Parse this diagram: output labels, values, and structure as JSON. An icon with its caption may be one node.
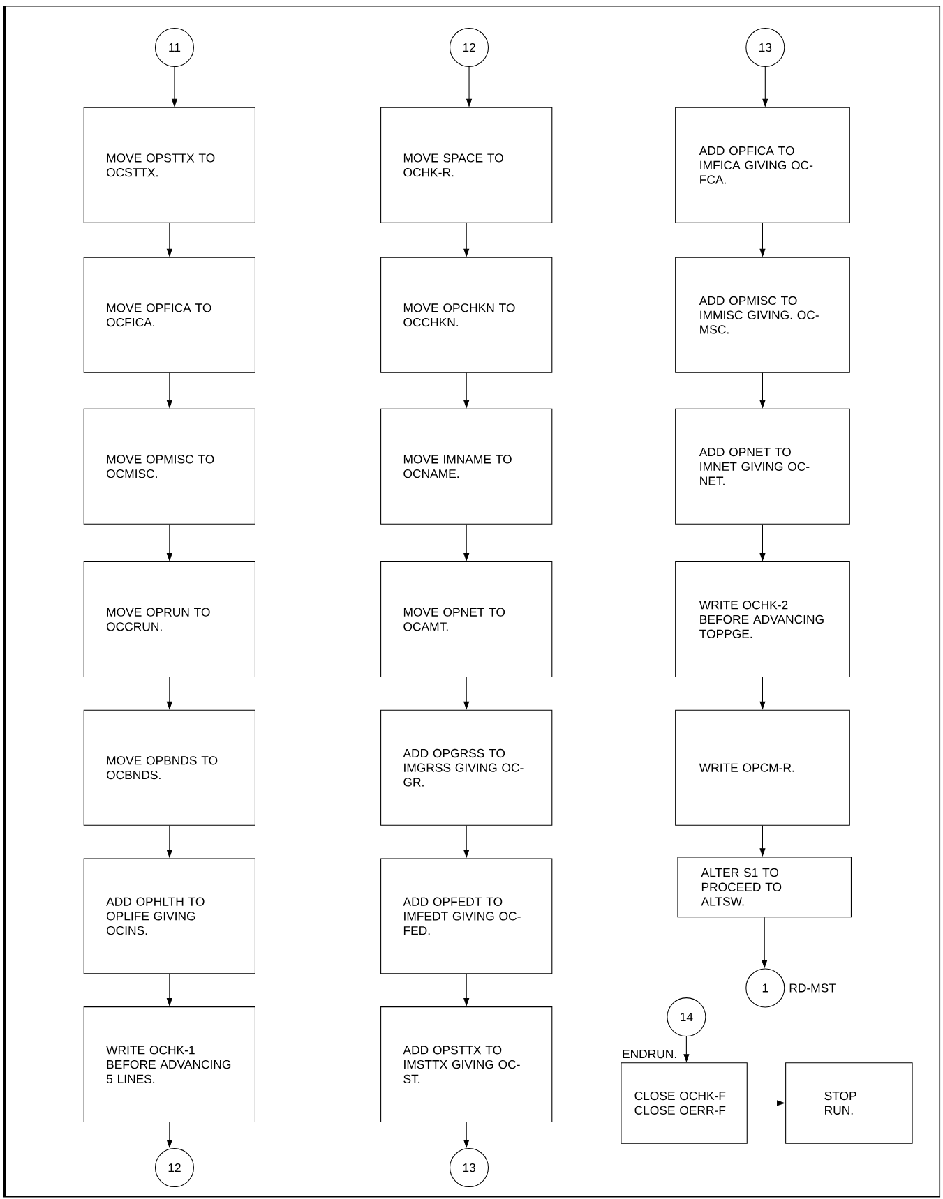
{
  "diagram": {
    "nodes": [
      {
        "text": [
          "11"
        ]
      },
      {
        "text": [
          "MOVE OPSTTX TO OCSTTX."
        ]
      },
      {
        "text": [
          "MOVE OPFICA TO OCFICA."
        ]
      },
      {
        "text": [
          "MOVE OPMISC TO OCMISC."
        ]
      },
      {
        "text": [
          "MOVE OPRUN TO OCCRUN."
        ]
      },
      {
        "text": [
          "MOVE OPBNDS TO OCBNDS."
        ]
      },
      {
        "text": [
          "ADD OPHLTH TO OPLIFE GIVING OCINS."
        ]
      },
      {
        "text": [
          "WRITE OCHK-1 BEFORE ADVANCING 5 LINES."
        ]
      },
      {
        "text": [
          "12"
        ]
      },
      {
        "text": [
          "12"
        ]
      },
      {
        "text": [
          "MOVE SPACE TO OCHK-R."
        ]
      },
      {
        "text": [
          "MOVE OPCHKN TO OCCHKN."
        ]
      },
      {
        "text": [
          "MOVE IMNAME TO OCNAME."
        ]
      },
      {
        "text": [
          "MOVE OPNET TO OCAMT."
        ]
      },
      {
        "text": [
          "ADD OPGRSS TO IMGRSS GIVING OC-GR."
        ]
      },
      {
        "text": [
          "ADD OPFEDT TO IMFEDT GIVING OC-FED."
        ]
      },
      {
        "text": [
          "ADD OPSTTX TO IMSTTX GIVING OC-ST."
        ]
      },
      {
        "text": [
          "13"
        ]
      },
      {
        "text": [
          "13"
        ]
      },
      {
        "text": [
          "ADD OPFICA TO IMFICA GIVING OC-FCA."
        ]
      },
      {
        "text": [
          "ADD OPMISC TO IMMISC GIVING. OC-MSC."
        ]
      },
      {
        "text": [
          "ADD OPNET TO IMNET GIVING OC-NET."
        ]
      },
      {
        "text": [
          "WRITE OCHK-2 BEFORE ADVANCING TOPPGE."
        ]
      },
      {
        "text": [
          "WRITE OPCM-R."
        ]
      },
      {
        "text": [
          "ALTER S1 TO PROCEED TO ALTSW."
        ]
      },
      {
        "text": [
          "1"
        ],
        "beside": [
          "RD-MST"
        ]
      },
      {
        "text": [
          "14"
        ]
      },
      {
        "text": [
          "CLOSE OCHK-F CLOSE OERR-F"
        ],
        "beside": [
          "ENDRUN."
        ]
      },
      {
        "text": [
          "STOP RUN."
        ]
      }
    ],
    "edges": [
      {
        "from": 0,
        "to": 1,
        "arrow": "to"
      },
      {
        "from": 1,
        "to": 2,
        "arrow": "to"
      },
      {
        "from": 2,
        "to": 3,
        "arrow": "to"
      },
      {
        "from": 3,
        "to": 4,
        "arrow": "to"
      },
      {
        "from": 4,
        "to": 5,
        "arrow": "to"
      },
      {
        "from": 5,
        "to": 6,
        "arrow": "to"
      },
      {
        "from": 6,
        "to": 7,
        "arrow": "to"
      },
      {
        "from": 7,
        "to": 8,
        "arrow": "to"
      },
      {
        "from": 9,
        "to": 10,
        "arrow": "to"
      },
      {
        "from": 10,
        "to": 11,
        "arrow": "to"
      },
      {
        "from": 11,
        "to": 12,
        "arrow": "to"
      },
      {
        "from": 12,
        "to": 13,
        "arrow": "to"
      },
      {
        "from": 13,
        "to": 14,
        "arrow": "to"
      },
      {
        "from": 14,
        "to": 15,
        "arrow": "to"
      },
      {
        "from": 15,
        "to": 16,
        "arrow": "to"
      },
      {
        "from": 16,
        "to": 17,
        "arrow": "to"
      },
      {
        "from": 18,
        "to": 19,
        "arrow": "to"
      },
      {
        "from": 19,
        "to": 20,
        "arrow": "to"
      },
      {
        "from": 20,
        "to": 21,
        "arrow": "to"
      },
      {
        "from": 21,
        "to": 22,
        "arrow": "to"
      },
      {
        "from": 22,
        "to": 23,
        "arrow": "to"
      },
      {
        "from": 23,
        "to": 24,
        "arrow": "to"
      },
      {
        "from": 24,
        "to": 25,
        "arrow": "to"
      },
      {
        "from": 26,
        "to": 27,
        "arrow": "to"
      },
      {
        "from": 27,
        "to": 28,
        "arrow": "to"
      }
    ]
  }
}
